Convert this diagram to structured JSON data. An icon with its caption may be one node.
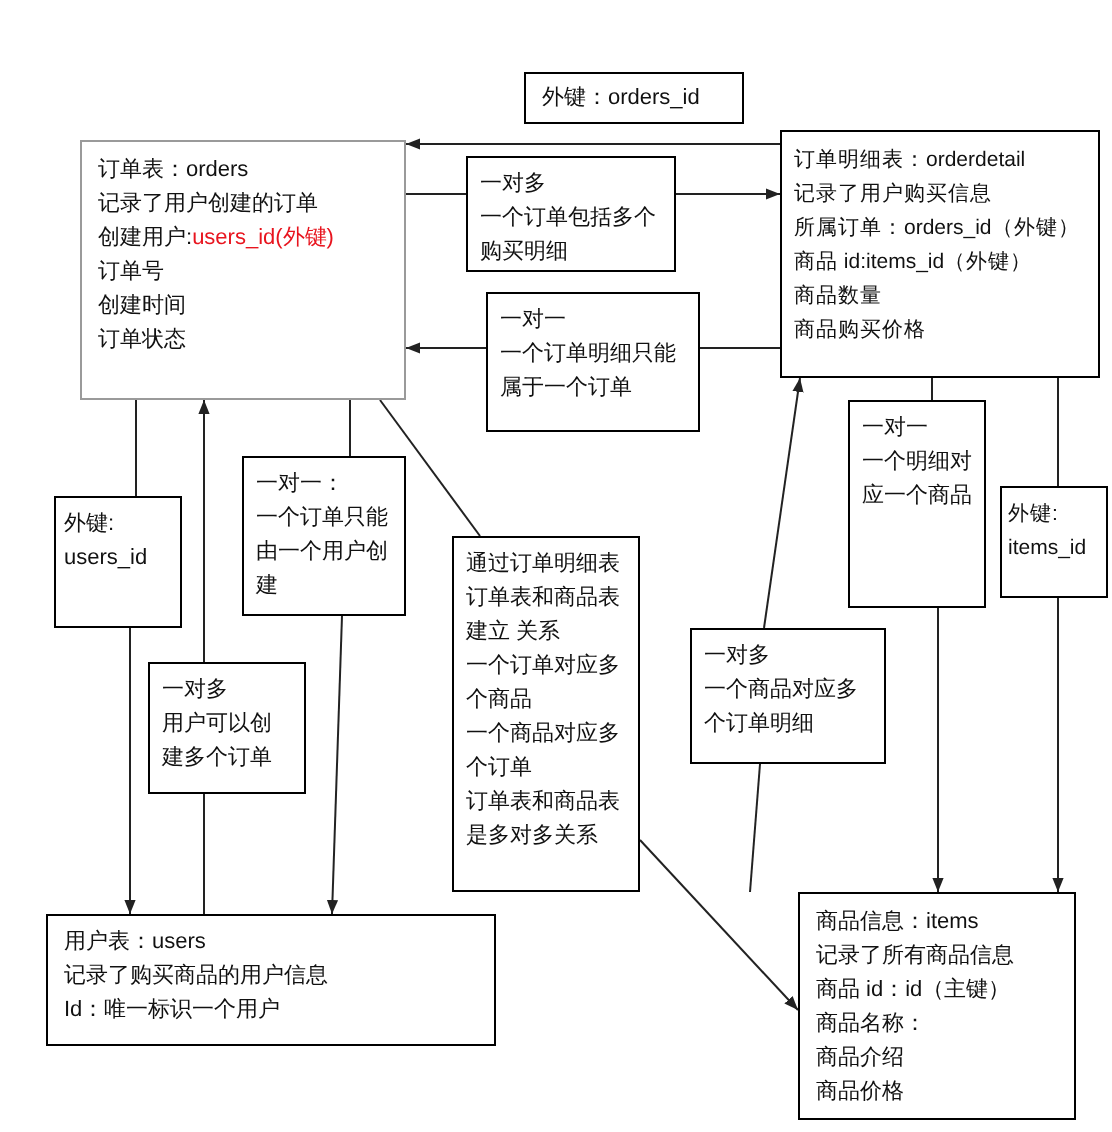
{
  "diagram": {
    "nodes": [
      {
        "text": [
          "订单表：orders",
          "记录了用户创建的订单",
          "创建用户:*users_id(外键)*",
          "订单号",
          "创建时间",
          "订单状态"
        ]
      },
      {
        "text": [
          "外键：orders_id"
        ]
      },
      {
        "text": [
          "一对多",
          "一个订单包括多个购买明细"
        ]
      },
      {
        "text": [
          "订单明细表：orderdetail",
          "记录了用户购买信息",
          "所属订单：orders_id（外键）",
          "商品 id:items_id（外键）",
          "商品数量",
          "商品购买价格"
        ]
      },
      {
        "text": [
          "一对一",
          "一个订单明细只能属于一个订单"
        ]
      },
      {
        "text": [
          "外键:",
          "users_id"
        ]
      },
      {
        "text": [
          "一对一：",
          "一个订单只能由一个用户创建"
        ]
      },
      {
        "text": [
          "通过订单明细表订单表和商品表建立 关系",
          "一个订单对应多个商品",
          "一个商品对应多个订单",
          "订单表和商品表是多对多关系"
        ]
      },
      {
        "text": [
          "一对多",
          "用户可以创建多个订单"
        ]
      },
      {
        "text": [
          "一对一",
          "一个明细对应一个商品"
        ]
      },
      {
        "text": [
          "一对多",
          "一个商品对应多个订单明细"
        ]
      },
      {
        "text": [
          "外键:",
          "items_id"
        ]
      },
      {
        "text": [
          "用户表：users",
          "记录了购买商品的用户信息",
          "Id：唯一标识一个用户"
        ]
      },
      {
        "text": [
          "商品信息：items",
          "记录了所有商品信息",
          "商品 id：id（主键）",
          "商品名称：",
          "商品介绍",
          "商品价格"
        ]
      }
    ],
    "edges": [
      {
        "from": 0,
        "to": 2,
        "arrow": "none"
      },
      {
        "from": 2,
        "to": 3,
        "arrow": "to"
      },
      {
        "from": 3,
        "to": 0,
        "arrow": "to"
      },
      {
        "from": 3,
        "to": 4,
        "arrow": "none"
      },
      {
        "from": 4,
        "to": 0,
        "arrow": "to"
      },
      {
        "from": 0,
        "to": 5,
        "arrow": "none"
      },
      {
        "from": 5,
        "to": 12,
        "arrow": "to"
      },
      {
        "from": 12,
        "to": 8,
        "arrow": "none"
      },
      {
        "from": 8,
        "to": 0,
        "arrow": "to"
      },
      {
        "from": 0,
        "to": 6,
        "arrow": "none"
      },
      {
        "from": 6,
        "to": 12,
        "arrow": "to"
      },
      {
        "from": 0,
        "to": 7,
        "arrow": "none"
      },
      {
        "from": 7,
        "to": 13,
        "arrow": "to"
      },
      {
        "from": 13,
        "to": 10,
        "arrow": "none"
      },
      {
        "from": 10,
        "to": 3,
        "arrow": "to"
      },
      {
        "from": 3,
        "to": 9,
        "arrow": "none"
      },
      {
        "from": 9,
        "to": 13,
        "arrow": "to"
      },
      {
        "from": 3,
        "to": 11,
        "arrow": "none"
      },
      {
        "from": 11,
        "to": 13,
        "arrow": "to"
      }
    ]
  }
}
